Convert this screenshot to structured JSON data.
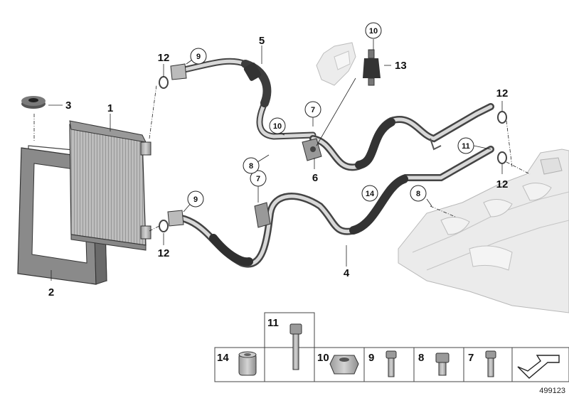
{
  "callouts": {
    "c1": "1",
    "c2": "2",
    "c3": "3",
    "c4": "4",
    "c5": "5",
    "c6": "6",
    "c7a": "7",
    "c7b": "7",
    "c8a": "8",
    "c8b": "8",
    "c9a": "9",
    "c9b": "9",
    "c10a": "10",
    "c10b": "10",
    "c11": "11",
    "c12a": "12",
    "c12b": "12",
    "c12c": "12",
    "c12d": "12",
    "c13": "13",
    "c14": "14"
  },
  "parts_table": {
    "cells": [
      "14",
      "11",
      "10",
      "9",
      "8",
      "7"
    ]
  },
  "document_number": "499123"
}
